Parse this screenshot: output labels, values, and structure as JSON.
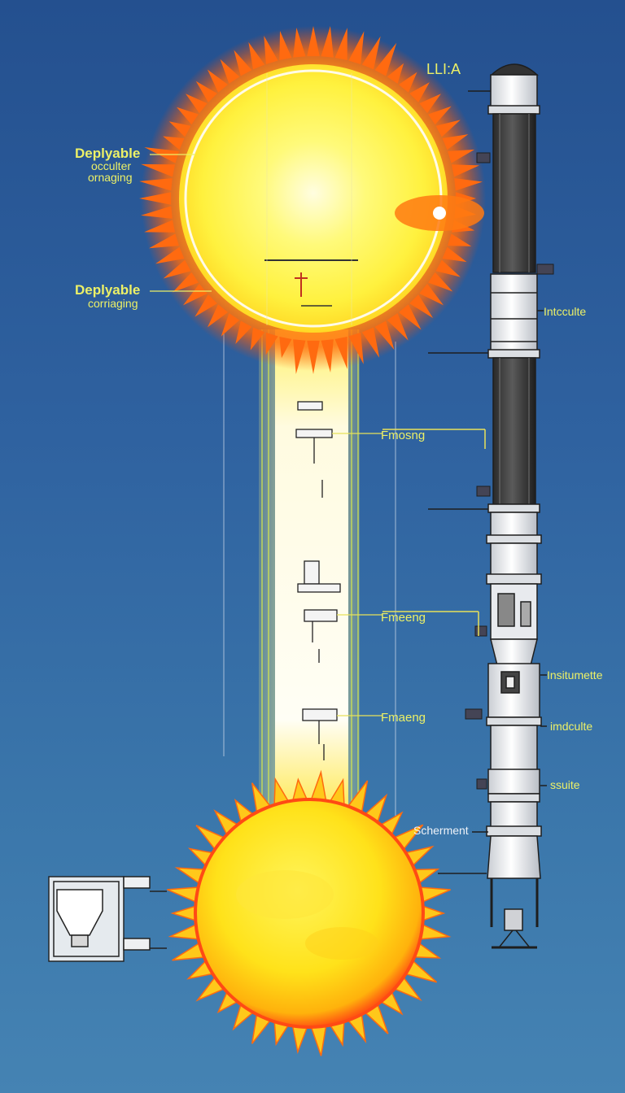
{
  "labels": {
    "top_right": "LLI:A",
    "deployable_1": "Deplyable",
    "occulter": "occulter",
    "ornaging": "ornaging",
    "deployable_2": "Deplyable",
    "corriaging": "corriaging",
    "inteculte": "Intcculte",
    "fmosng": "Fmosng",
    "fmeeng": "Fmeeng",
    "fmaeng": "Fmaeng",
    "instrumente": "Insitumette",
    "imdculte": "imdculte",
    "ssuite": "ssuite",
    "scherment": "Scherment"
  },
  "colors": {
    "background_top": "#24508f",
    "background_bottom": "#4583b3",
    "sun_core": "#fff44a",
    "sun_corona": "#ff7a12",
    "label_yellow": "#ecf067",
    "label_white": "#eef2f8"
  },
  "icons": [
    "upper-sun-icon",
    "lower-sun-icon",
    "rocket-stack-icon",
    "instrument-box-icon"
  ]
}
